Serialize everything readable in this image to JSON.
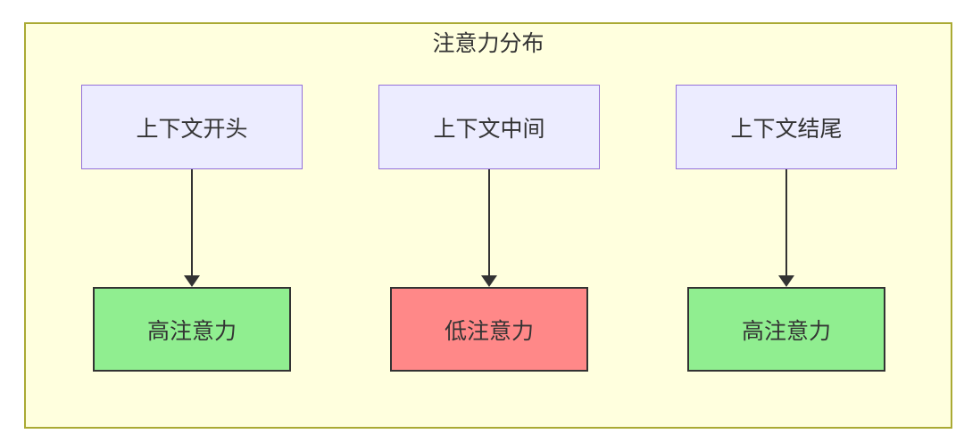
{
  "diagram": {
    "type": "flowchart",
    "title": "注意力分布",
    "columns": [
      {
        "source_label": "上下文开头",
        "target_label": "高注意力",
        "attention_level": "high"
      },
      {
        "source_label": "上下文中间",
        "target_label": "低注意力",
        "attention_level": "low"
      },
      {
        "source_label": "上下文结尾",
        "target_label": "高注意力",
        "attention_level": "high"
      }
    ],
    "colors": {
      "canvas_background": "#ffffff",
      "container_fill": "#ffffde",
      "container_border": "#aaaa33",
      "source_node_fill": "#ececff",
      "source_node_border": "#9370db",
      "high_attention_fill": "#90ee90",
      "low_attention_fill": "#ff8888",
      "target_node_border": "#333333",
      "arrow_color": "#333333",
      "text_color": "#333333"
    }
  }
}
